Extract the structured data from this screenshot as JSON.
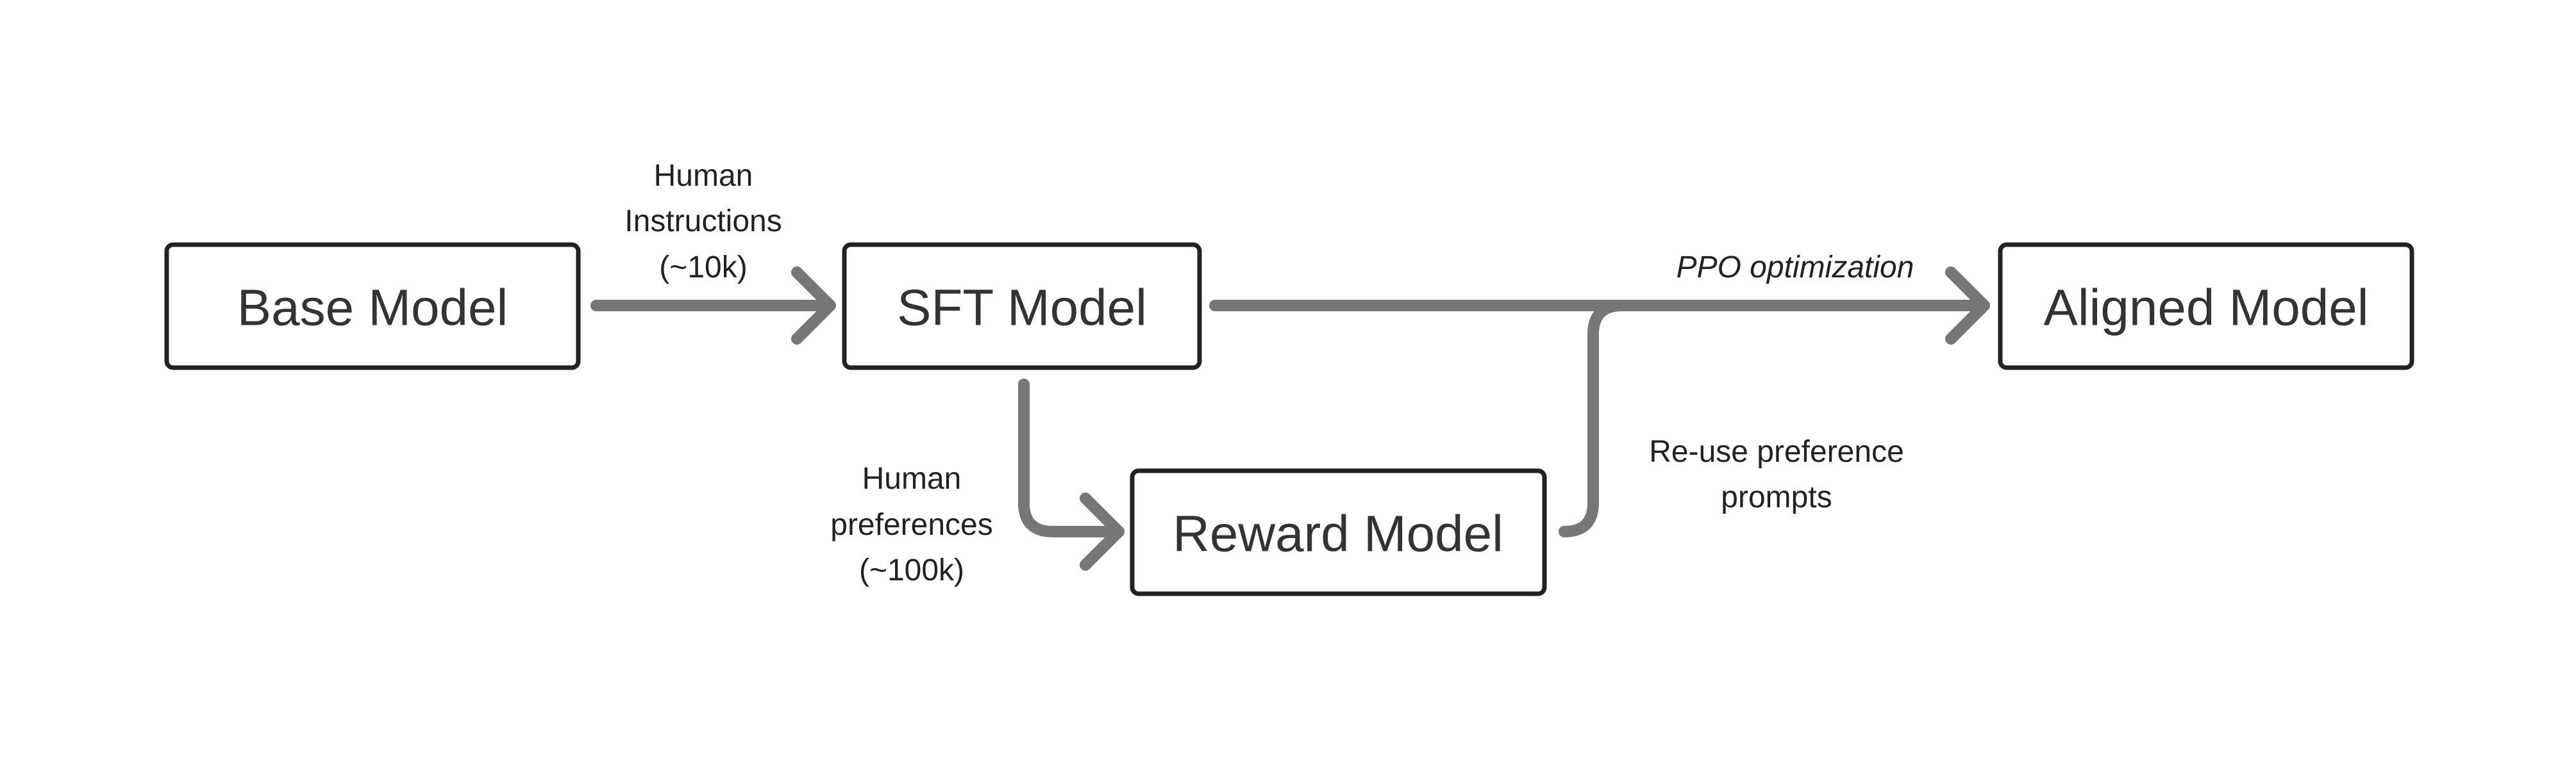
{
  "nodes": {
    "base": "Base Model",
    "sft": "SFT Model",
    "reward": "Reward Model",
    "aligned": "Aligned Model"
  },
  "edges": {
    "base_to_sft": [
      "Human",
      "Instructions",
      "(~10k)"
    ],
    "sft_to_reward": [
      "Human",
      "preferences",
      "(~100k)"
    ],
    "ppo": "PPO optimization",
    "reuse": [
      "Re-use preference",
      "prompts"
    ]
  },
  "colors": {
    "edge": "#777777",
    "node_border": "#222222",
    "node_text": "#333333",
    "label_text": "#222222"
  }
}
